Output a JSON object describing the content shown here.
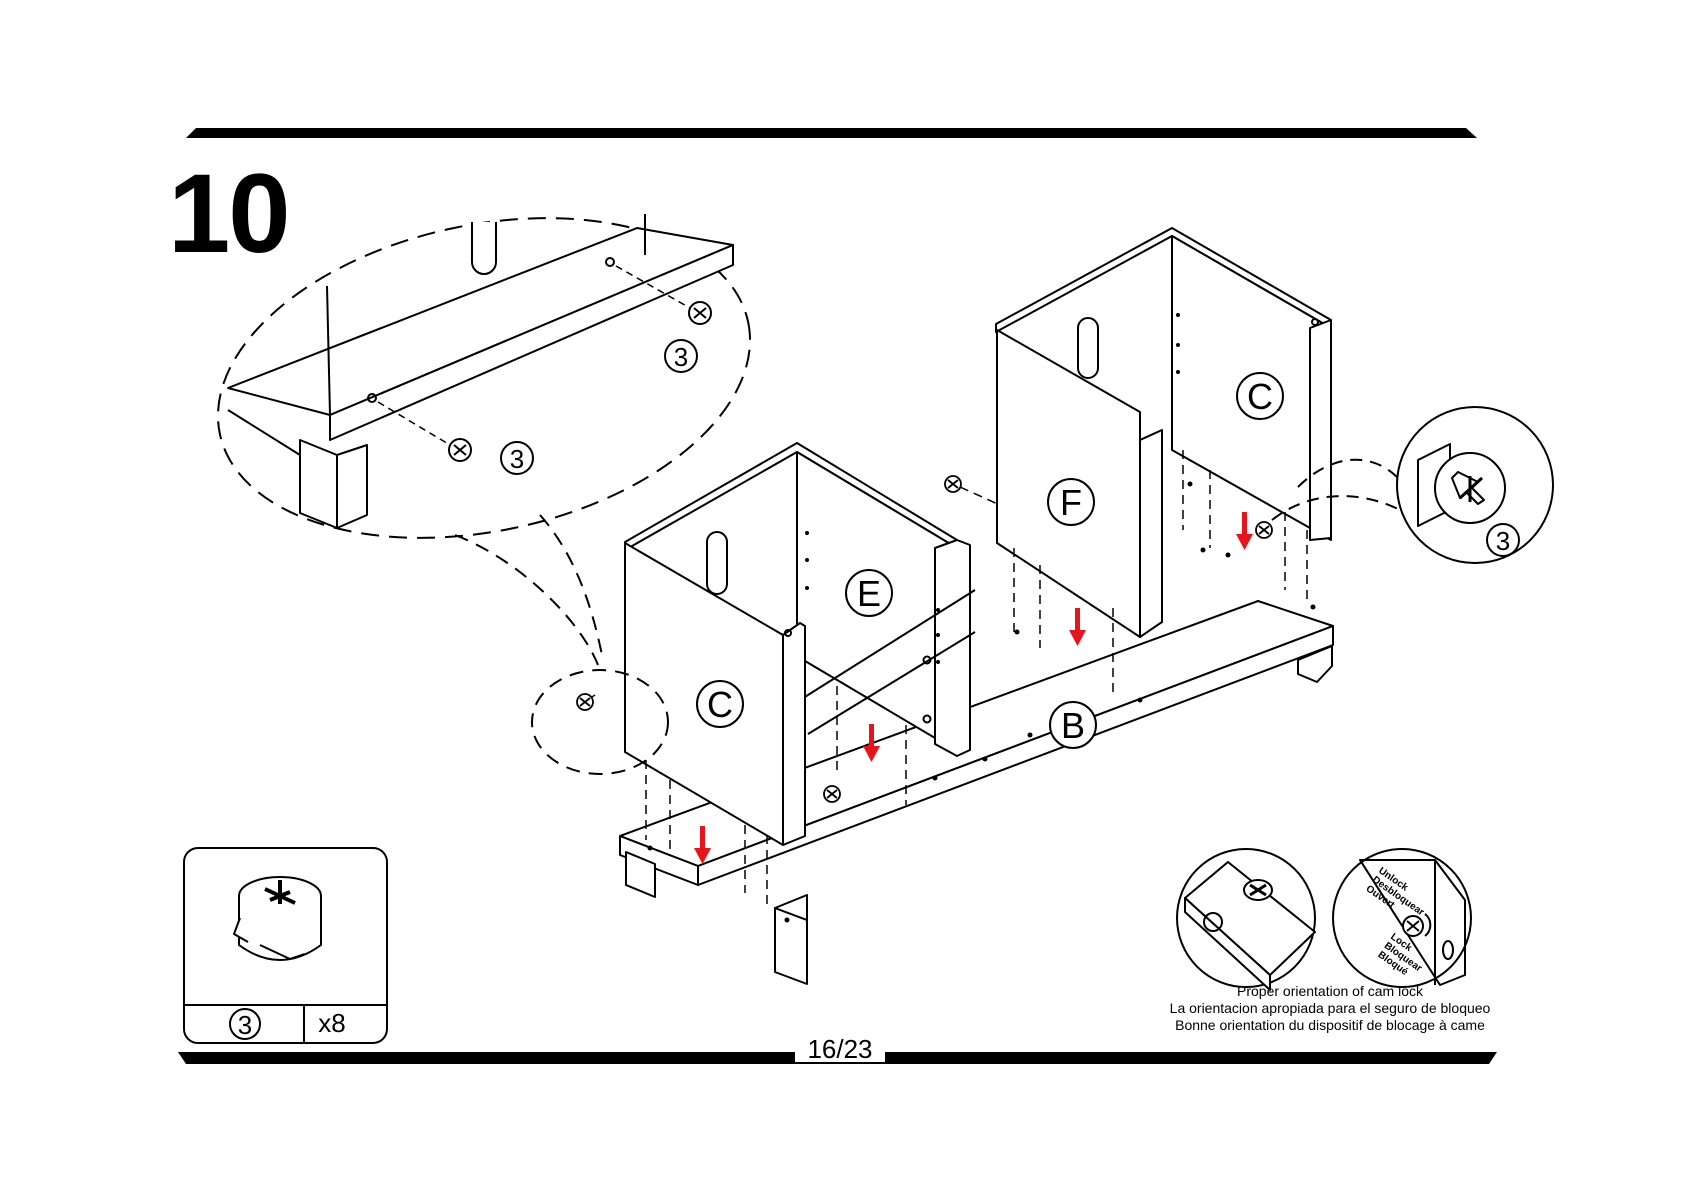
{
  "step_number": "10",
  "page": "16/23",
  "parts_box": {
    "part_id": "3",
    "quantity": "x8"
  },
  "panel_labels": {
    "c_left": "C",
    "e": "E",
    "f": "F",
    "c_right": "C",
    "b": "B"
  },
  "callouts": {
    "detail_top_1": "3",
    "detail_top_2": "3",
    "detail_right": "3"
  },
  "cam_lock_dial": {
    "unlock": [
      "Unlock",
      "Desbloquear",
      "Ouvert"
    ],
    "lock": [
      "Lock",
      "Bloquear",
      "Bloqué"
    ]
  },
  "caption": {
    "en": "Proper orientation of cam lock",
    "es": "La orientacion apropiada para el seguro de bloqueo",
    "fr": "Bonne orientation du dispositif de blocage à came"
  },
  "colors": {
    "arrow": "#e8141c",
    "line": "#000000",
    "background": "#ffffff"
  }
}
